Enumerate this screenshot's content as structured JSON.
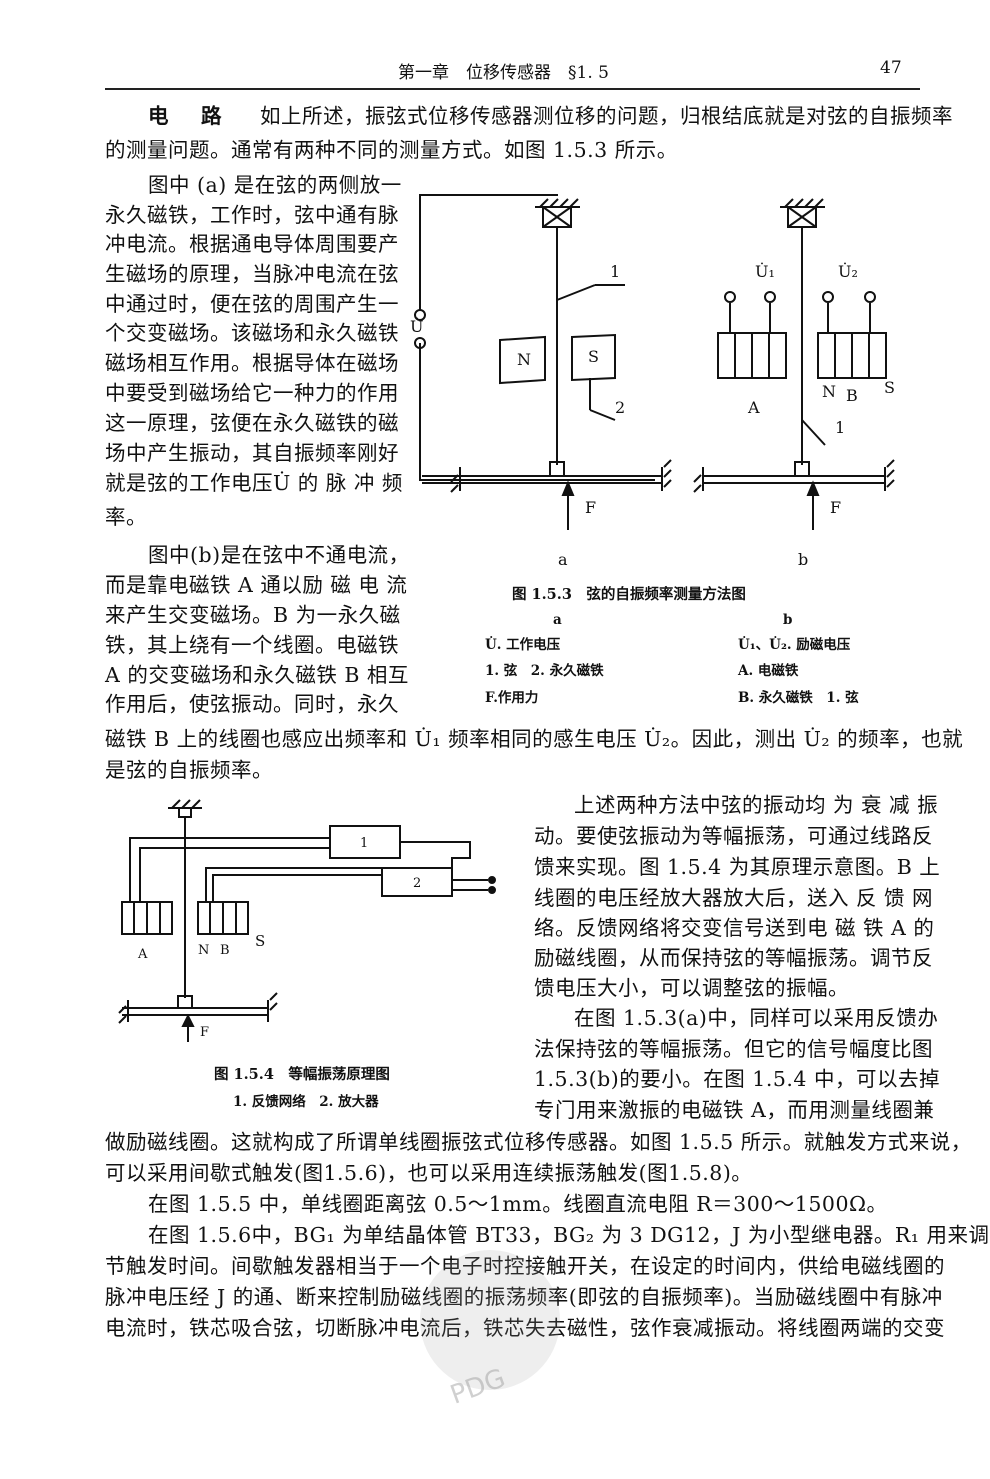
{
  "header": {
    "chapter": "第一章　位移传感器　§1. 5",
    "page_number": "47"
  },
  "intro": {
    "heading": "电　路",
    "l1": "如上所述，振弦式位移传感器测位移的问题，归根结底就是对弦的自振频率",
    "l2": "的测量问题。通常有两种不同的测量方式。如图 1.5.3 所示。"
  },
  "para_a": [
    "图中 (a) 是在弦的两侧放一",
    "永久磁铁，工作时，弦中通有脉",
    "冲电流。根据通电导体周围要产",
    "生磁场的原理，当脉冲电流在弦",
    "中通过时，便在弦的周围产生一",
    "个交变磁场。该磁场和永久磁铁",
    "磁场相互作用。根据导体在磁场",
    "中要受到磁场给它一种力的作用",
    "这一原理，弦便在永久磁铁的磁",
    "场中产生振动，其自振频率刚好",
    "就是弦的工作电压U̇ 的 脉 冲 频",
    "率。"
  ],
  "para_b": [
    "图中(b)是在弦中不通电流，",
    "而是靠电磁铁 A 通以励 磁 电 流",
    "来产生交变磁场。B 为一永久磁",
    "铁，其上绕有一个线圈。电磁铁",
    "A 的交变磁场和永久磁铁 B 相互",
    "作用后，使弦振动。同时，永久"
  ],
  "para_b_cont": [
    "磁铁 B 上的线圈也感应出频率和 U̇₁ 频率相同的感生电压 U̇₂。因此，测出 U̇₂ 的频率，也就",
    "是弦的自振频率。"
  ],
  "fig153": {
    "label_a": "a",
    "label_b": "b",
    "caption": "图 1.5.3　弦的自振频率测量方法图",
    "sub_a": "a",
    "sub_b": "b",
    "legend_a": [
      "U̇. 工作电压",
      "1. 弦　2. 永久磁铁",
      "F.作用力"
    ],
    "legend_b": [
      "U̇₁、U̇₂. 励磁电压",
      "A. 电磁铁",
      "B. 永久磁铁　1. 弦"
    ],
    "a_voltage": "U̇",
    "a_n": "N",
    "a_s": "S",
    "a_1": "1",
    "a_2": "2",
    "a_f": "F",
    "b_u1": "U̇₁",
    "b_u2": "U̇₂",
    "b_A": "A",
    "b_N": "N",
    "b_B": "B",
    "b_S": "S",
    "b_1": "1",
    "b_f": "F"
  },
  "para_right": [
    "上述两种方法中弦的振动均 为 衰 减 振",
    "动。要使弦振动为等幅振荡，可通过线路反",
    "馈来实现。图 1.5.4 为其原理示意图。B 上",
    "线圈的电压经放大器放大后，送入 反 馈 网",
    "络。反馈网络将交变信号送到电 磁 铁 A 的",
    "励磁线圈，从而保持弦的等幅振荡。调节反",
    "馈电压大小，可以调整弦的振幅。",
    "在图 1.5.3(a)中，同样可以采用反馈办",
    "法保持弦的等幅振荡。但它的信号幅度比图",
    "1.5.3(b)的要小。在图 1.5.4 中，可以去掉",
    "专门用来激振的电磁铁 A，而用测量线圈兼"
  ],
  "fig154": {
    "caption": "图 1.5.4　等幅振荡原理图",
    "legend": "1. 反馈网络　2. 放大器",
    "box1": "1",
    "box2": "2",
    "A": "A",
    "N": "N",
    "B": "B",
    "S": "S",
    "F": "F"
  },
  "para_end": [
    "做励磁线圈。这就构成了所谓单线圈振弦式位移传感器。如图 1.5.5 所示。就触发方式来说，",
    "可以采用间歇式触发(图1.5.6)，也可以采用连续振荡触发(图1.5.8)。",
    "在图 1.5.5 中，单线圈距离弦 0.5～1mm。线圈直流电阻 R＝300～1500Ω。",
    "在图 1.5.6中，BG₁ 为单结晶体管 BT33，BG₂ 为 3 DG12，J 为小型继电器。R₁ 用来调",
    "节触发时间。间歇触发器相当于一个电子时控接触开关，在设定的时间内，供给电磁线圈的",
    "脉冲电压经 J 的通、断来控制励磁线圈的振荡频率(即弦的自振频率)。当励磁线圈中有脉冲",
    "电流时，铁芯吸合弦，切断脉冲电流后，铁芯失去磁性，弦作衰减振动。将线圈两端的交变"
  ],
  "watermark": "PDG"
}
